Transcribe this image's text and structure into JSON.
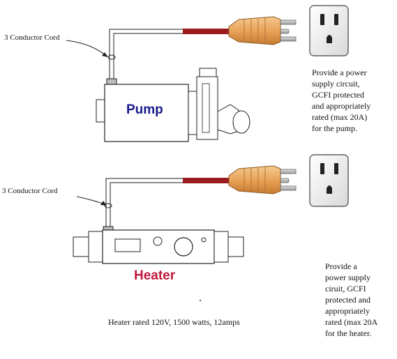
{
  "pump": {
    "cord_label": "3 Conductor Cord",
    "label": "Pump",
    "note": "Provide a power\nsupply circuit,\nGCFI protected\nand appropriately\nrated (max 20A)\nfor the pump."
  },
  "heater": {
    "cord_label": "3 Conductor Cord",
    "label": "Heater",
    "note": "Provide a\npower supply\nciruit, GCFI\nprotected and\nappropriately\nrated (max 20A\nfor the heater.",
    "rating": "Heater rated 120V, 1500 watts, 12amps"
  },
  "colors": {
    "pump_label": "#1a1a8c",
    "heater_label": "#c2183d",
    "cord": "#9b1c1c",
    "plug": "#e8a45a"
  }
}
